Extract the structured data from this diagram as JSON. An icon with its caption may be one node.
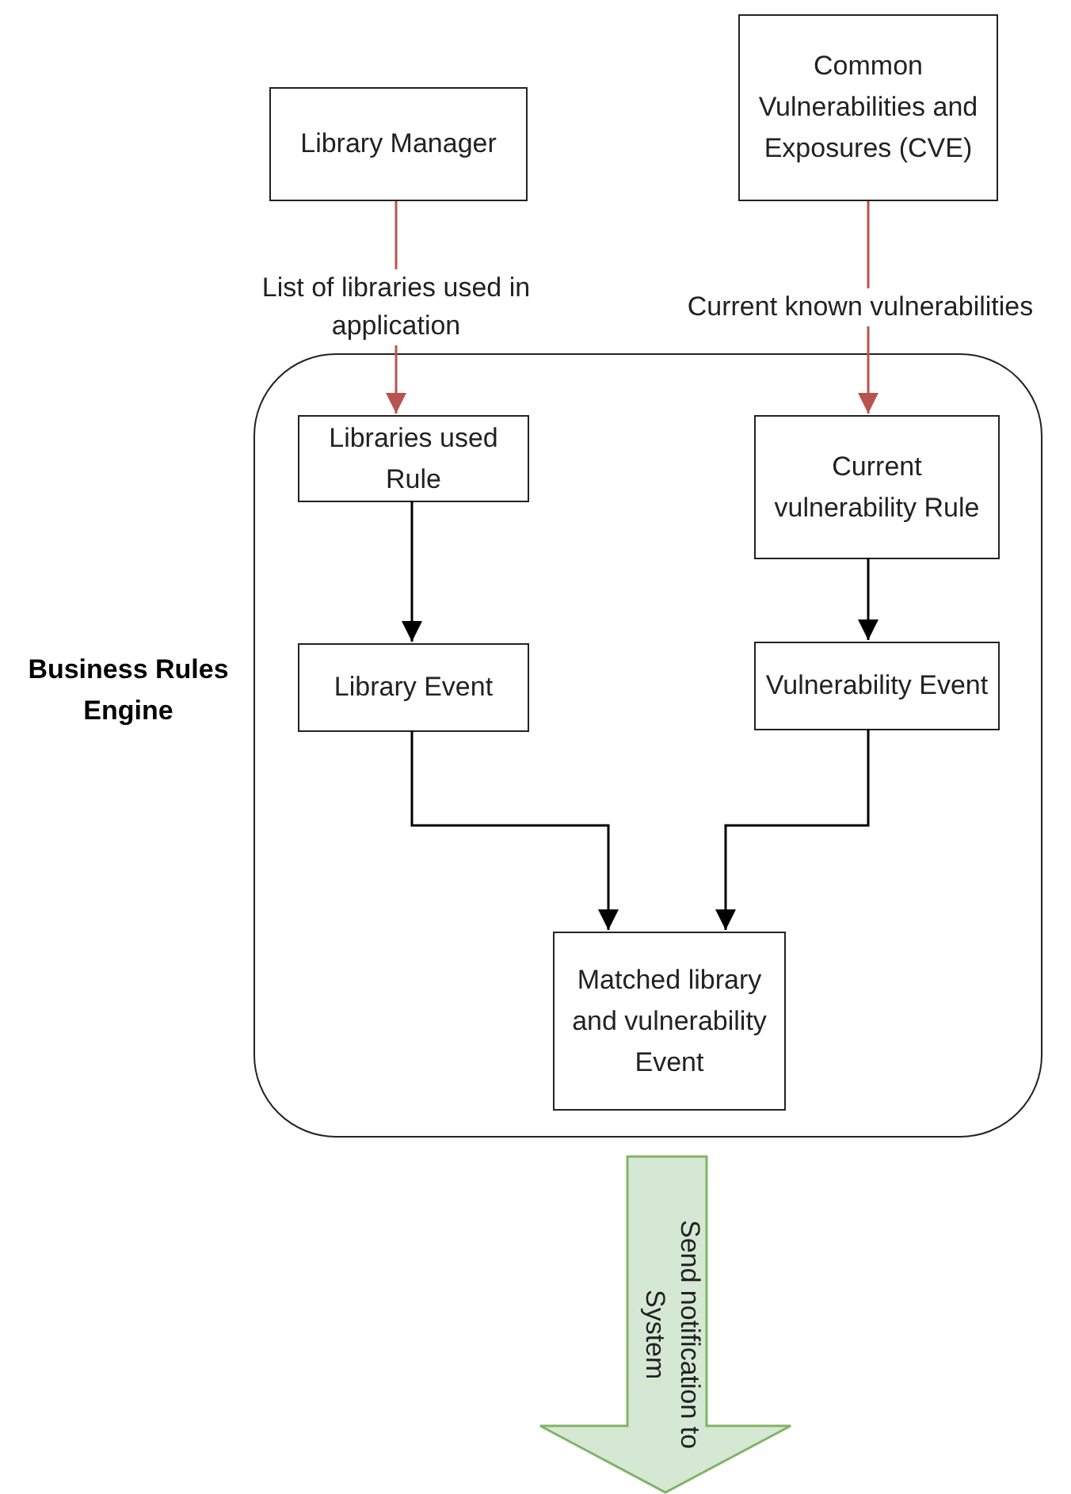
{
  "diagram": {
    "nodes": [
      {
        "text": [
          "Library Manager"
        ]
      },
      {
        "text": [
          "Common Vulnerabilities and Exposures (CVE)"
        ]
      },
      {
        "text": [
          "Business Rules Engine"
        ]
      },
      {
        "text": [
          "Libraries used Rule"
        ],
        "in": 2
      },
      {
        "text": [
          "Current vulnerability Rule"
        ],
        "in": 2
      },
      {
        "text": [
          "Library Event"
        ],
        "in": 2
      },
      {
        "text": [
          "Vulnerability Event"
        ],
        "in": 2
      },
      {
        "text": [
          "Matched library and vulnerability Event"
        ],
        "in": 2
      },
      {
        "text": [
          "Send notification to System"
        ]
      }
    ],
    "edges": [
      {
        "from": 0,
        "to": 3,
        "arrow": "to",
        "label": "List of libraries used in application",
        "color": "#b85450"
      },
      {
        "from": 1,
        "to": 4,
        "arrow": "to",
        "label": "Current known vulnerabilities",
        "color": "#b85450"
      },
      {
        "from": 3,
        "to": 5,
        "arrow": "to"
      },
      {
        "from": 4,
        "to": 6,
        "arrow": "to"
      },
      {
        "from": 5,
        "to": 7,
        "arrow": "to"
      },
      {
        "from": 6,
        "to": 7,
        "arrow": "to"
      }
    ]
  }
}
